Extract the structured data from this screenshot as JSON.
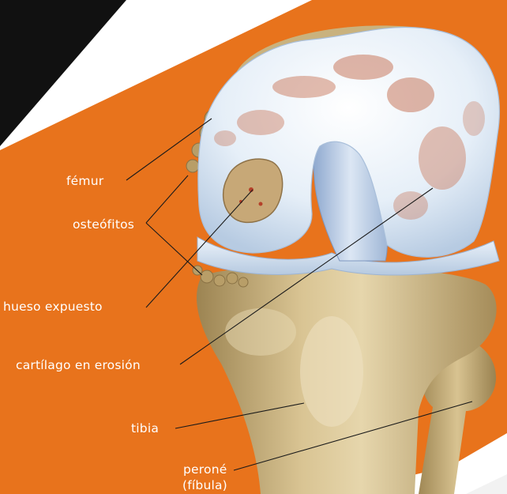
{
  "labels": {
    "femur": "fémur",
    "osteophytes": "osteófitos",
    "exposed_bone": "hueso expuesto",
    "eroding_cartilage": "cartílago en erosión",
    "tibia": "tibia",
    "fibula_line1": "peroné",
    "fibula_line2": "(fíbula)"
  },
  "colors": {
    "panel": "#E8731C",
    "panel_dark_stripe": "#111111",
    "cartilage": "#E4EEF7",
    "cartilage_shadow": "#B9CEE4",
    "erosion": "#C97A5E",
    "bone": "#C9B27E",
    "bone_shadow": "#9C8452",
    "label_text": "#FFFFFF",
    "leader_line": "#1A1A1A"
  }
}
